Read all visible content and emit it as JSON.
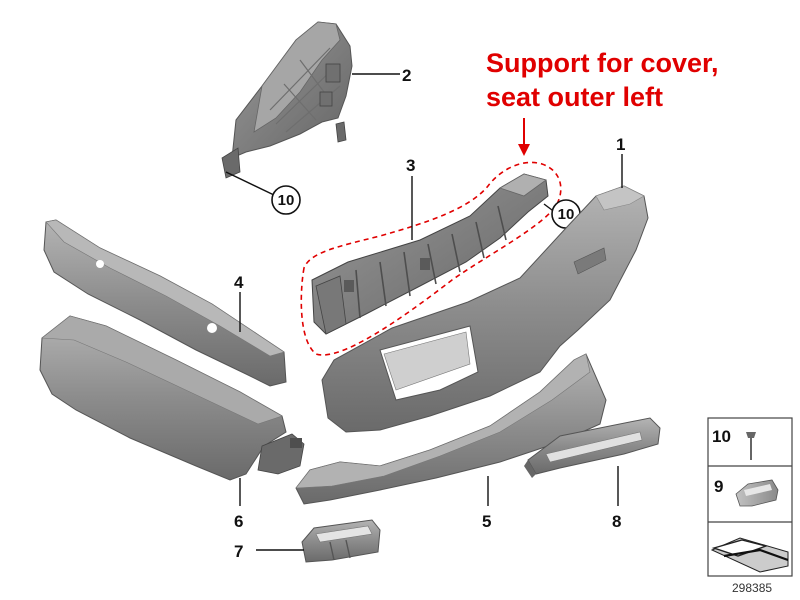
{
  "annotation": {
    "line1": "Support for cover,",
    "line2": "seat outer left",
    "color": "#e00000"
  },
  "parts": {
    "p1": "1",
    "p2": "2",
    "p3": "3",
    "p4": "4",
    "p5": "5",
    "p6": "6",
    "p7": "7",
    "p8": "8"
  },
  "callouts": {
    "c10a": "10",
    "c10b": "10"
  },
  "legend": {
    "item10": "10",
    "item9": "9"
  },
  "document_number": "298385",
  "colors": {
    "part_fill": "#8e8e8e",
    "part_dark": "#5f5f5f",
    "line": "#111111"
  }
}
